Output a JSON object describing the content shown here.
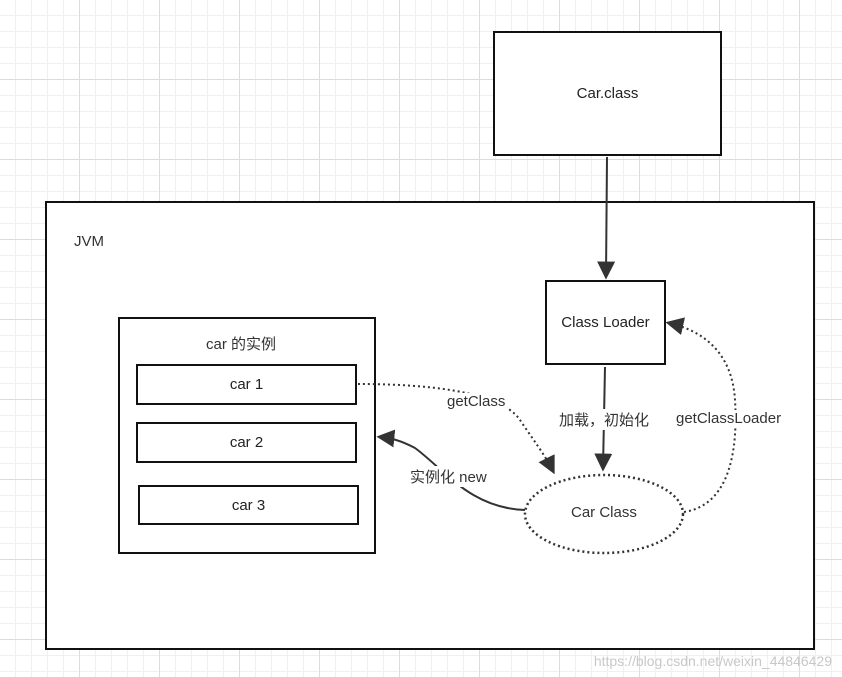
{
  "nodes": {
    "car_class_file": "Car.class",
    "jvm": "JVM",
    "class_loader": "Class Loader",
    "car_class_object": "Car Class",
    "instances_title": "car 的实例",
    "instances": [
      "car 1",
      "car 2",
      "car 3"
    ]
  },
  "edges": {
    "load_init": "加载，初始化",
    "get_class": "getClass",
    "get_class_loader": "getClassLoader",
    "instantiate_new": "实例化 new"
  },
  "watermark": "https://blog.csdn.net/weixin_44846429"
}
